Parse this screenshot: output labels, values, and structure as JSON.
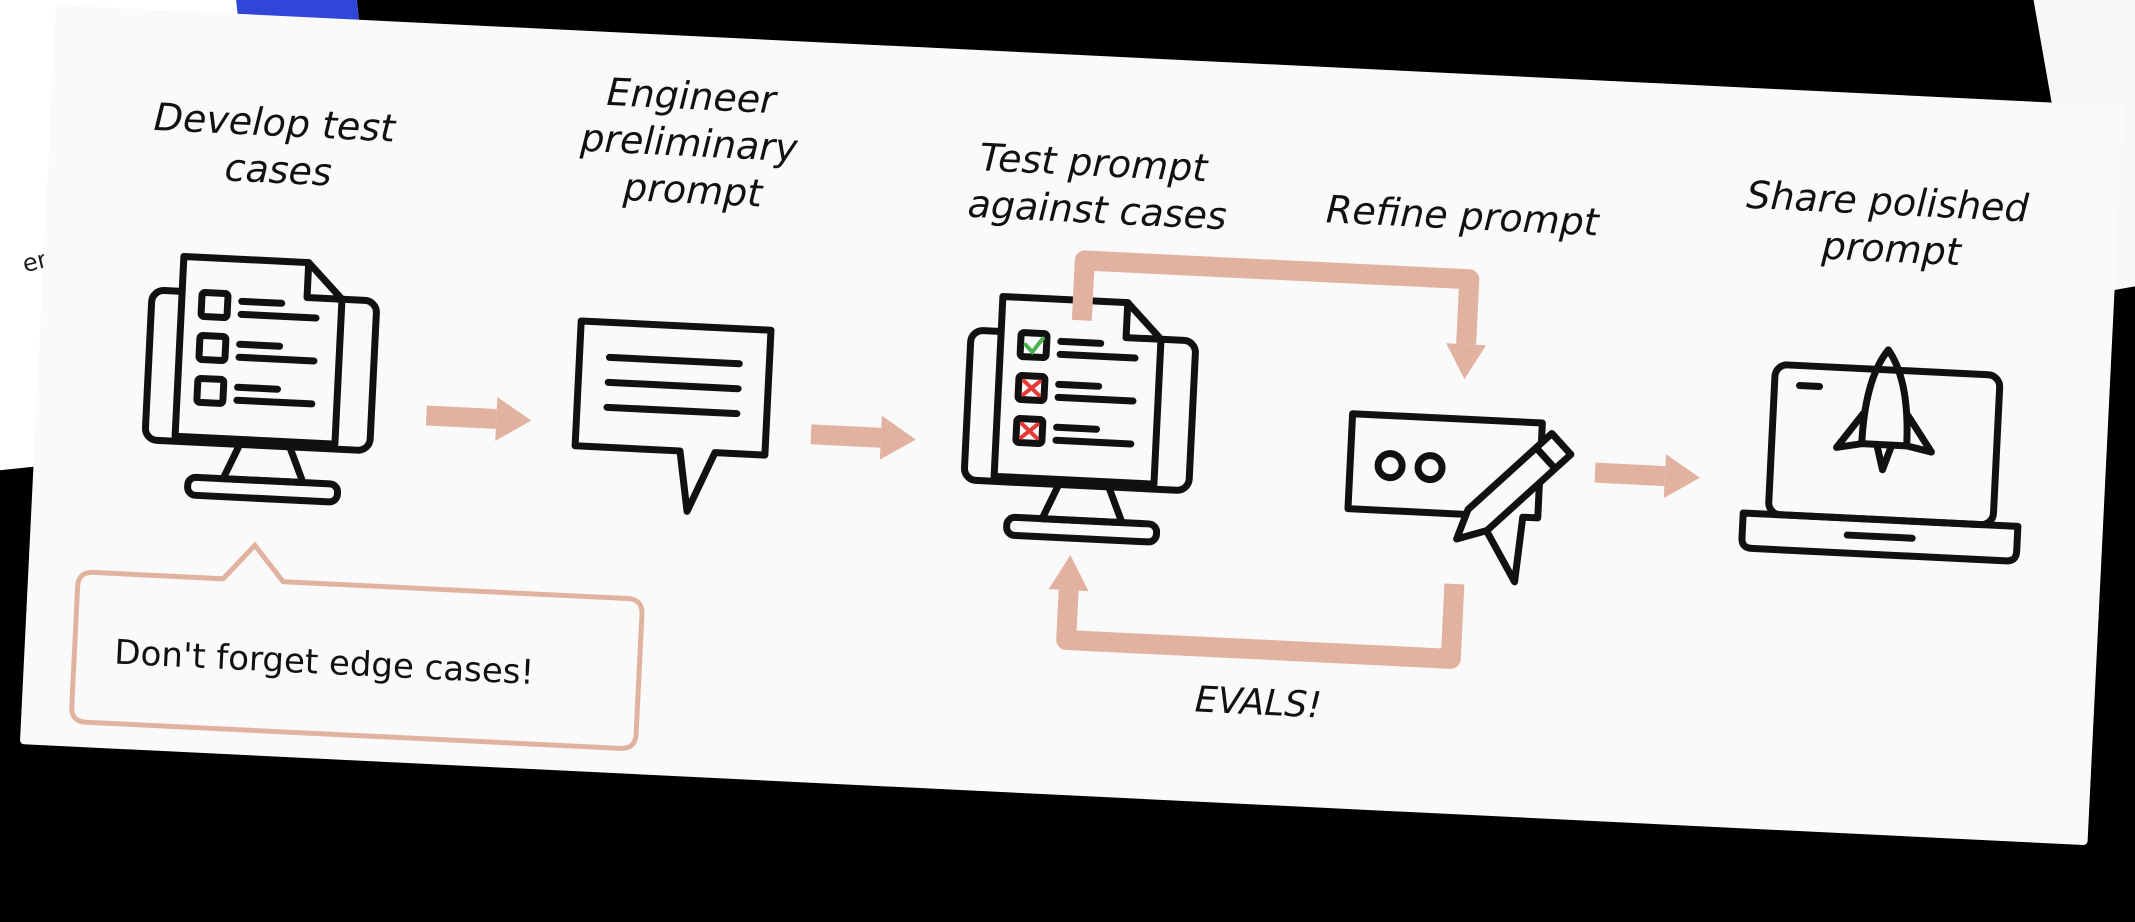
{
  "background_left_label": "erati",
  "steps": [
    {
      "line1": "Develop test",
      "line2": "cases"
    },
    {
      "line1": "Engineer",
      "line2": "preliminary",
      "line3": "prompt"
    },
    {
      "line1": "Test prompt",
      "line2": "against cases"
    },
    {
      "line1": "Refine prompt"
    },
    {
      "line1": "Share polished",
      "line2": "prompt"
    }
  ],
  "callout": "Don't forget edge cases!",
  "loop_label": "EVALS!",
  "colors": {
    "arrow": "#e2b2a1",
    "ink": "#111111",
    "card": "#fafafa",
    "check": "#4caf50",
    "cross": "#e53935"
  }
}
